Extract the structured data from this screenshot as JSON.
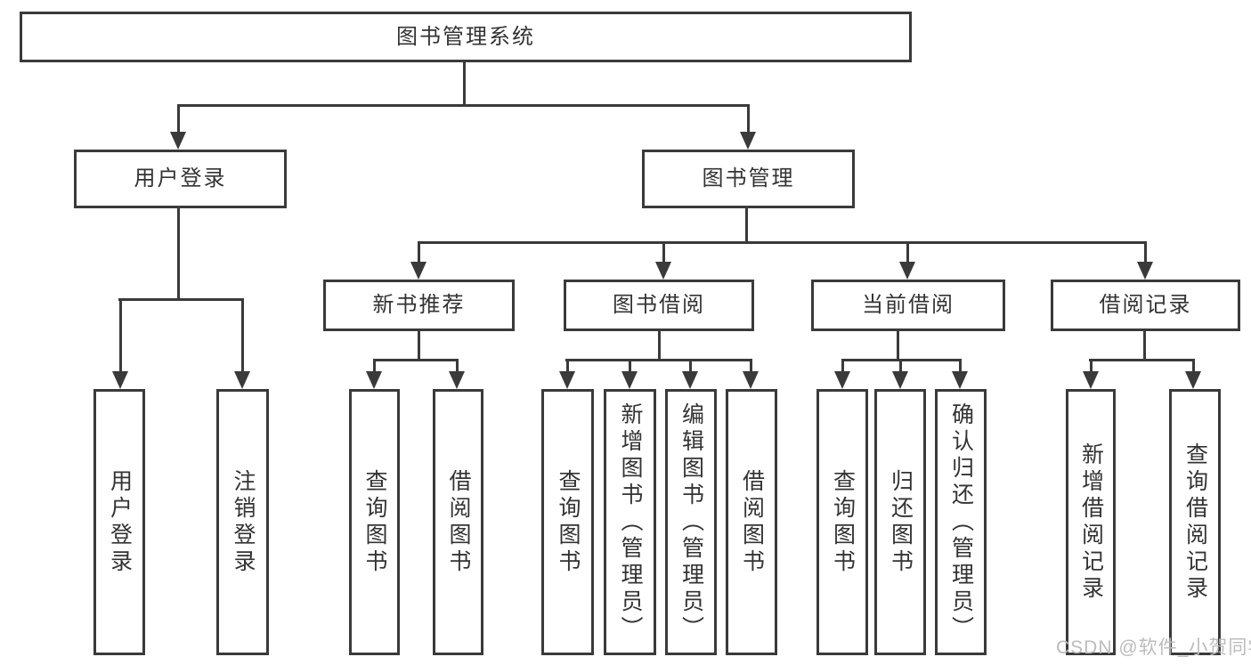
{
  "title": "图书管理系统",
  "tree": {
    "root": "图书管理系统",
    "branches": [
      {
        "label": "用户登录",
        "children": [
          "用户登录",
          "注销登录"
        ]
      },
      {
        "label": "图书管理",
        "children": [
          {
            "label": "新书推荐",
            "children": [
              "查询图书",
              "借阅图书"
            ]
          },
          {
            "label": "图书借阅",
            "children": [
              "查询图书",
              "新增图书（管理员）",
              "编辑图书（管理员）",
              "借阅图书"
            ]
          },
          {
            "label": "当前借阅",
            "children": [
              "查询图书",
              "归还图书",
              "确认归还（管理员）"
            ]
          },
          {
            "label": "借阅记录",
            "children": [
              "新增借阅记录",
              "查询借阅记录"
            ]
          }
        ]
      }
    ]
  },
  "watermark": "CSDN @软件_小贺同学",
  "colors": {
    "line": "#3a3a3a",
    "text": "#333333",
    "watermark": "#bcbcbc"
  }
}
